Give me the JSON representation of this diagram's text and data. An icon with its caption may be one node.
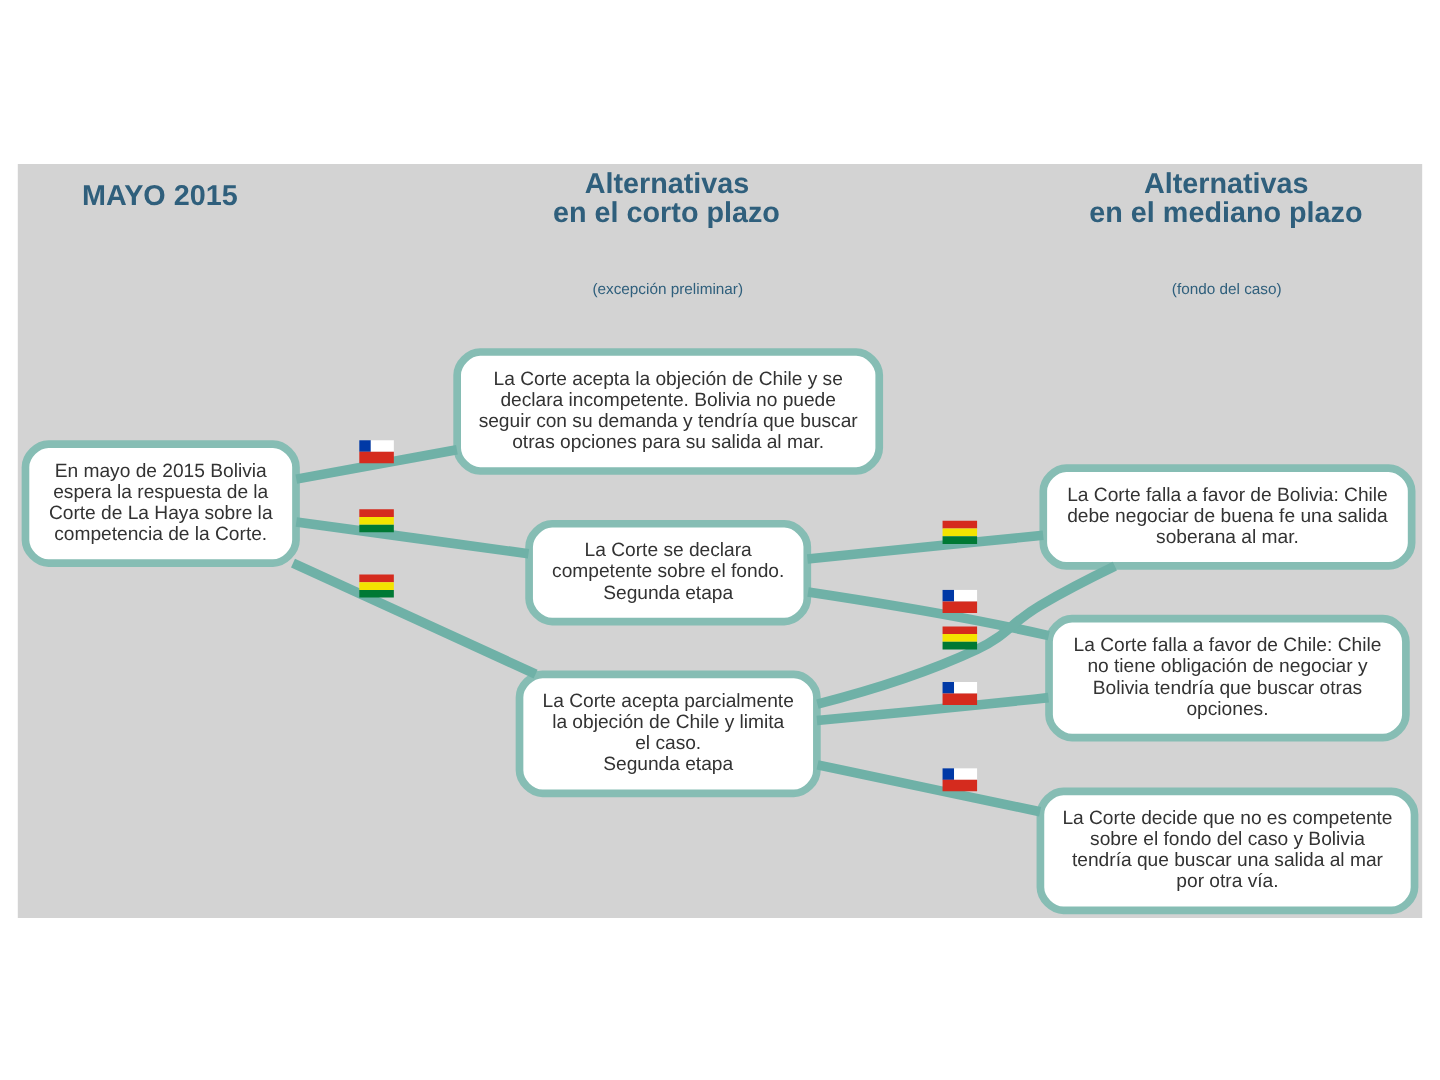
{
  "diagram": {
    "nodes": [
      {
        "text": [
          "En mayo de 2015 Bolivia espera la respuesta de la Corte de La Haya sobre la competencia de la Corte."
        ]
      },
      {
        "text": [
          "La Corte acepta la objeción de Chile y se declara incompetente. Bolivia no puede seguir con su demanda y tendría que buscar otras opciones para su salida al mar."
        ]
      },
      {
        "text": [
          "La Corte se declara competente sobre el fondo.",
          "Segunda etapa"
        ]
      },
      {
        "text": [
          "La Corte acepta parcialmente la objeción de Chile y limita el caso.",
          "Segunda etapa"
        ]
      },
      {
        "text": [
          "La Corte falla a favor de Bolivia: Chile debe negociar de buena fe una salida soberana al mar."
        ]
      },
      {
        "text": [
          "La Corte falla a favor de Chile: Chile no tiene obligación de negociar y Bolivia tendría que buscar otras opciones."
        ]
      },
      {
        "text": [
          "La Corte decide que no es competente sobre el fondo del caso y Bolivia tendría que buscar una salida al mar por otra vía."
        ]
      }
    ],
    "edges": [
      {
        "from": 0,
        "to": 1,
        "arrow": "none"
      },
      {
        "from": 0,
        "to": 2,
        "arrow": "none"
      },
      {
        "from": 0,
        "to": 3,
        "arrow": "none"
      },
      {
        "from": 2,
        "to": 4,
        "arrow": "none"
      },
      {
        "from": 2,
        "to": 5,
        "arrow": "none"
      },
      {
        "from": 3,
        "to": 4,
        "arrow": "none"
      },
      {
        "from": 3,
        "to": 5,
        "arrow": "none"
      },
      {
        "from": 3,
        "to": 6,
        "arrow": "none"
      }
    ],
    "labels": [
      "MAYO 2015",
      "Alternativas en el corto plazo",
      "(excepción preliminar)",
      "Alternativas en el mediano plazo",
      "(fondo del caso)"
    ]
  }
}
